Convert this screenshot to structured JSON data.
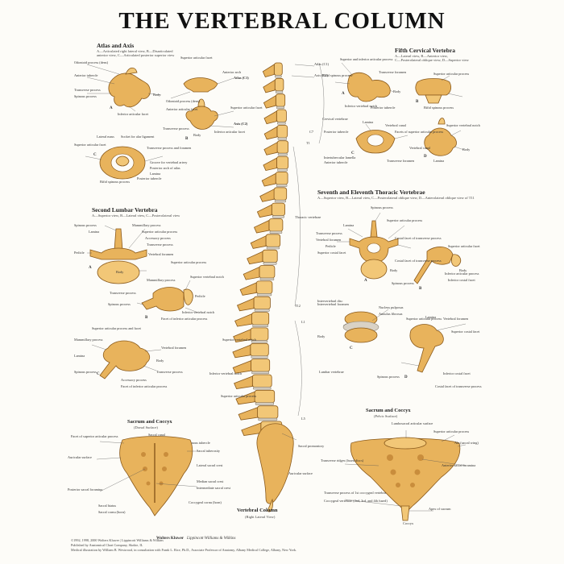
{
  "title": "THE VERTEBRAL COLUMN",
  "atlas": {
    "title": "Atlas and Axis",
    "sub": [
      "A—Articulated right lateral view, B—Disarticulated",
      "anterior view, C—Articulated posterior superior view"
    ],
    "labels": [
      "Odontoid process (dens)",
      "Anterior tubercle",
      "Superior articular facet",
      "Transverse process",
      "Spinous process",
      "Body",
      "Inferior articular facet",
      "Anterior arch",
      "Atlas (C1)",
      "Odontoid process (dens)",
      "Anterior articular facet",
      "Transverse process",
      "Superior articular facet",
      "Body",
      "Axis (C2)",
      "Inferior articular facet",
      "Lateral mass",
      "Socket for alar ligament",
      "Superior articular facet",
      "Transverse process and foramen",
      "Groove for vertebral artery",
      "Posterior arch of atlas",
      "Lamina",
      "Bifid spinous process",
      "Posterior tubercle"
    ],
    "fig": [
      "A",
      "B",
      "C"
    ]
  },
  "fifth": {
    "title": "Fifth Cervical Vertebra",
    "sub": [
      "A—Lateral view, B—Anterior view,",
      "C—Posterolateral oblique view, D—Superior view"
    ],
    "labels": [
      "Superior and inferior articular process",
      "Bifid spinous process",
      "Transverse foramen",
      "Body",
      "Inferior vertebral notch",
      "Posterior tubercle",
      "Superior articular process",
      "Bifid spinous process",
      "Lamina",
      "Vertebral canal",
      "Posterior tubercle",
      "Facets of superior articular process",
      "Superior vertebral notch",
      "Intertubercular lamella",
      "Anterior tubercle",
      "Transverse foramen",
      "Body",
      "Vertebral canal",
      "Lamina"
    ],
    "fig": [
      "A",
      "B",
      "C",
      "D"
    ]
  },
  "thoracic": {
    "title": "Seventh and Eleventh Thoracic Vertebrae",
    "sub": [
      "A—Superior view, B—Lateral view, C—Posterolateral oblique view, D—Anterolateral oblique view of T11"
    ],
    "labels": [
      "Spinous process",
      "Lamina",
      "Superior articular process",
      "Transverse process",
      "Vertebral foramen",
      "Pedicle",
      "Superior costal facet",
      "Costal facet of transverse process",
      "Body",
      "Superior articular facet",
      "Costal facet of transverse process",
      "Spinous process",
      "Inferior articular process",
      "Body",
      "Inferior costal facet",
      "Intervertebral disc",
      "Nucleus pulposus",
      "Annulus fibrosus",
      "Body",
      "Lamina",
      "Superior articular process",
      "Vertebral foramen",
      "Superior costal facet",
      "Spinous process",
      "Inferior costal facet",
      "Costal facet of transverse process"
    ],
    "fig": [
      "A",
      "B",
      "C",
      "D"
    ]
  },
  "lumbar": {
    "title": "Second Lumbar Vertebra",
    "sub": [
      "A—Superior view, B—Lateral view, C—Posterolateral view"
    ],
    "labels": [
      "Spinous process",
      "Mammillary process",
      "Lamina",
      "Superior articular process",
      "Accessory process",
      "Transverse process",
      "Pedicle",
      "Vertebral foramen",
      "Body",
      "Superior articular process",
      "Superior vertebral notch",
      "Mammillary process",
      "Transverse process",
      "Pedicle",
      "Spinous process",
      "Inferior vertebral notch",
      "Facet of inferior articular process",
      "Superior articular process and facet",
      "Mammillary process",
      "Vertebral foramen",
      "Lamina",
      "Body",
      "Spinous process",
      "Transverse process",
      "Accessory process",
      "Facet of inferior articular process"
    ],
    "fig": [
      "A",
      "B",
      "C"
    ]
  },
  "column": {
    "title": "Vertebral Column",
    "sub": "(Right Lateral View)",
    "labels": [
      "Atlas (C1)",
      "Axis (C2)",
      "C7",
      "Cervical vertebrae",
      "T1",
      "Thoracic vertebrae",
      "T12",
      "L1",
      "Intervertebral foramen",
      "Superior vertebral notch",
      "Inferior vertebral notch",
      "Lumbar vertebrae",
      "L5",
      "Spinous tubercle",
      "Sacral promontory",
      "Auricular surface",
      "Superior articular process"
    ]
  },
  "sacrum_d": {
    "title": "Sacrum and Coccyx",
    "sub": "(Dorsal Surface)",
    "labels": [
      "Facet of superior articular process",
      "Sacral canal",
      "Auricular surface",
      "Sacral tuberosity",
      "Lateral sacral crest",
      "Median sacral crest",
      "Posterior sacral foramina",
      "Intermediate sacral crest",
      "Sacral hiatus",
      "Sacral cornu (horn)",
      "Coccygeal cornu (horn)"
    ]
  },
  "sacrum_p": {
    "title": "Sacrum and Coccyx",
    "sub": "(Pelvic Surface)",
    "labels": [
      "Lumbosacral articular surface",
      "Superior articular process",
      "Ala (sacral wing)",
      "Transverse ridges (fused discs)",
      "Anterior sacral foramina",
      "Transverse process of 1st coccygeal vertebra",
      "Coccygeal vertebrae (2nd, 3rd, and 4th fused)",
      "Apex of sacrum",
      "Coccyx"
    ]
  },
  "footer": {
    "lines": [
      "©1992, 1998, 2000 Wolters Kluwer | Lippincott Williams & Wilkins",
      "Published by Anatomical Chart Company, Skokie, IL",
      "Medical illustration by William B. Westwood, in consultation with Frank L. Rice, Ph.D., Associate Professor of Anatomy, Albany Medical College, Albany, New York."
    ],
    "logo1": "Wolters Kluwer",
    "logo2": "Lippincott Williams & Wilkins"
  }
}
